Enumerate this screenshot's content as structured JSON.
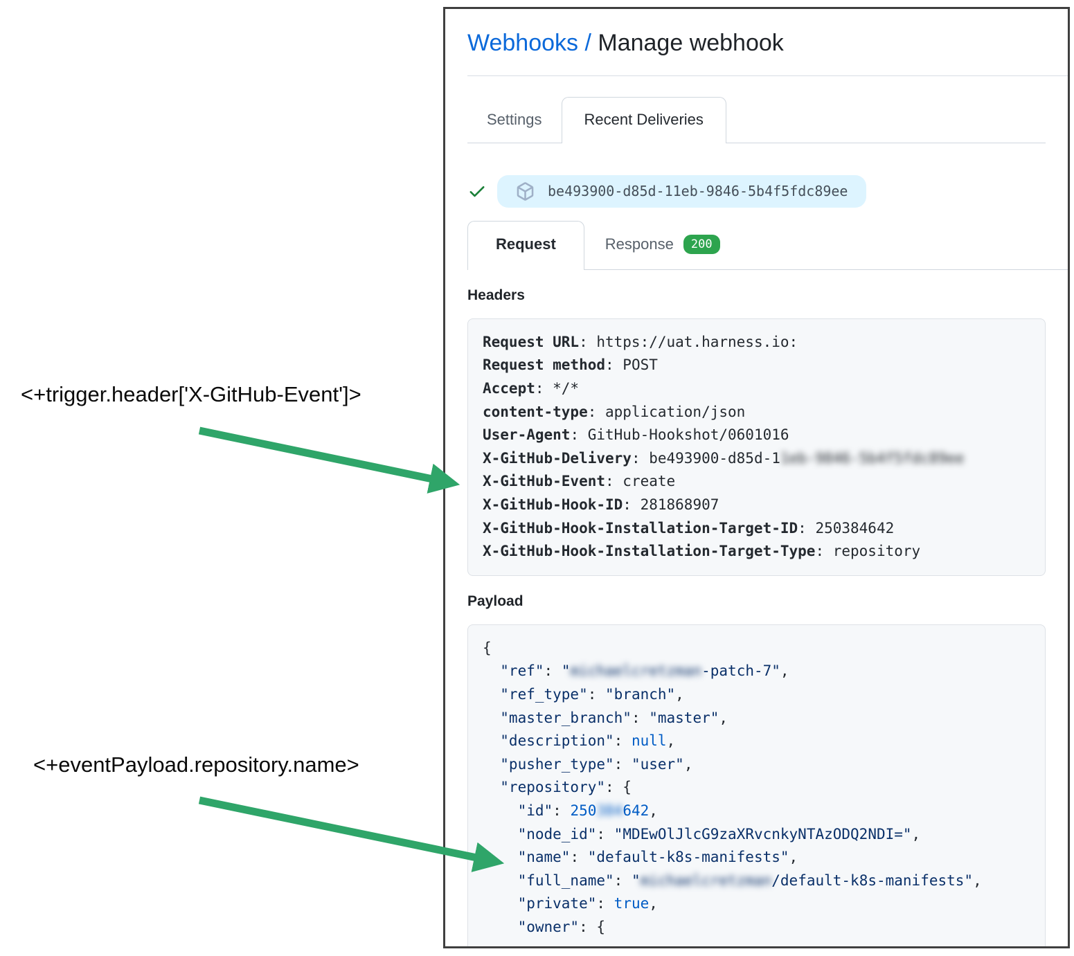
{
  "annotations": {
    "trigger_expression": "<+trigger.header['X-GitHub-Event']>",
    "payload_expression": "<+eventPayload.repository.name>"
  },
  "page": {
    "breadcrumb_link": "Webhooks",
    "breadcrumb_separator": " / ",
    "title": "Manage webhook"
  },
  "tabs": {
    "settings": "Settings",
    "recent_deliveries": "Recent Deliveries"
  },
  "delivery": {
    "status_icon": "check-icon",
    "box_icon": "package-icon",
    "guid": "be493900-d85d-11eb-9846-5b4f5fdc89ee"
  },
  "request_tabs": {
    "request_label": "Request",
    "response_label": "Response",
    "response_status": "200"
  },
  "headers_section": {
    "title": "Headers",
    "lines": [
      {
        "label": "Request URL",
        "value": "https://uat.harness.io:"
      },
      {
        "label": "Request method",
        "value": "POST"
      },
      {
        "label": "Accept",
        "value": "*/*"
      },
      {
        "label": "content-type",
        "value": "application/json"
      },
      {
        "label": "User-Agent",
        "value": "GitHub-Hookshot/0601016"
      },
      {
        "label": "X-GitHub-Delivery",
        "value": "be493900-d85d-1",
        "blur": "1eb-9846-5b4f5fdc89ee"
      },
      {
        "label": "X-GitHub-Event",
        "value": "create"
      },
      {
        "label": "X-GitHub-Hook-ID",
        "value": "281868907"
      },
      {
        "label": "X-GitHub-Hook-Installation-Target-ID",
        "value": "250384642"
      },
      {
        "label": "X-GitHub-Hook-Installation-Target-Type",
        "value": "repository"
      }
    ]
  },
  "payload_section": {
    "title": "Payload",
    "lines": [
      [
        {
          "c": "p",
          "t": "{"
        }
      ],
      [
        {
          "c": "k",
          "t": "  \"ref\""
        },
        {
          "c": "p",
          "t": ": "
        },
        {
          "c": "s",
          "t": "\""
        },
        {
          "c": "s",
          "t": "michaelcretzman",
          "b": true
        },
        {
          "c": "s",
          "t": "-patch-7\""
        },
        {
          "c": "p",
          "t": ","
        }
      ],
      [
        {
          "c": "k",
          "t": "  \"ref_type\""
        },
        {
          "c": "p",
          "t": ": "
        },
        {
          "c": "s",
          "t": "\"branch\""
        },
        {
          "c": "p",
          "t": ","
        }
      ],
      [
        {
          "c": "k",
          "t": "  \"master_branch\""
        },
        {
          "c": "p",
          "t": ": "
        },
        {
          "c": "s",
          "t": "\"master\""
        },
        {
          "c": "p",
          "t": ","
        }
      ],
      [
        {
          "c": "k",
          "t": "  \"description\""
        },
        {
          "c": "p",
          "t": ": "
        },
        {
          "c": "n",
          "t": "null"
        },
        {
          "c": "p",
          "t": ","
        }
      ],
      [
        {
          "c": "k",
          "t": "  \"pusher_type\""
        },
        {
          "c": "p",
          "t": ": "
        },
        {
          "c": "s",
          "t": "\"user\""
        },
        {
          "c": "p",
          "t": ","
        }
      ],
      [
        {
          "c": "k",
          "t": "  \"repository\""
        },
        {
          "c": "p",
          "t": ": {"
        }
      ],
      [
        {
          "c": "k",
          "t": "    \"id\""
        },
        {
          "c": "p",
          "t": ": "
        },
        {
          "c": "n",
          "t": "250"
        },
        {
          "c": "n",
          "t": "384",
          "b": true
        },
        {
          "c": "n",
          "t": "642"
        },
        {
          "c": "p",
          "t": ","
        }
      ],
      [
        {
          "c": "k",
          "t": "    \"node_id\""
        },
        {
          "c": "p",
          "t": ": "
        },
        {
          "c": "s",
          "t": "\"MDEwOlJlcG9zaXRvcnkyNTAzODQ2NDI=\""
        },
        {
          "c": "p",
          "t": ","
        }
      ],
      [
        {
          "c": "k",
          "t": "    \"name\""
        },
        {
          "c": "p",
          "t": ": "
        },
        {
          "c": "s",
          "t": "\"default-k8s-manifests\""
        },
        {
          "c": "p",
          "t": ","
        }
      ],
      [
        {
          "c": "k",
          "t": "    \"full_name\""
        },
        {
          "c": "p",
          "t": ": "
        },
        {
          "c": "s",
          "t": "\""
        },
        {
          "c": "s",
          "t": "michaelcretzman",
          "b": true
        },
        {
          "c": "s",
          "t": "/default-k8s-manifests\""
        },
        {
          "c": "p",
          "t": ","
        }
      ],
      [
        {
          "c": "k",
          "t": "    \"private\""
        },
        {
          "c": "p",
          "t": ": "
        },
        {
          "c": "n",
          "t": "true"
        },
        {
          "c": "p",
          "t": ","
        }
      ],
      [
        {
          "c": "k",
          "t": "    \"owner\""
        },
        {
          "c": "p",
          "t": ": {"
        }
      ]
    ]
  },
  "colors": {
    "link_blue": "#0b69da",
    "success_badge_green": "#2da44e",
    "check_green": "#1a7f37",
    "arrow_green": "#2fa569",
    "delivery_pill_bg": "#ddf4ff",
    "code_box_bg": "#f6f8fa",
    "json_string_navy": "#0a3069",
    "json_literal_blue": "#005cc5"
  }
}
